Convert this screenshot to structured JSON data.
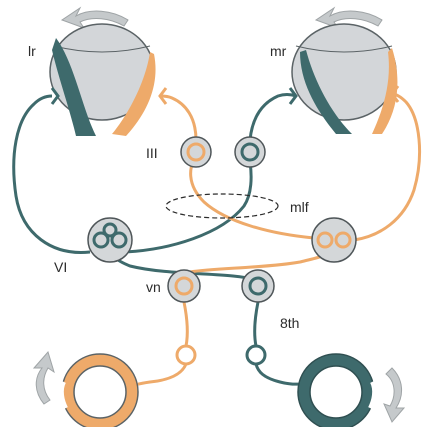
{
  "labels": {
    "lr": "lr",
    "mr": "mr",
    "iii": "III",
    "mlf": "mlf",
    "vi": "VI",
    "vn": "vn",
    "eighth": "8th"
  },
  "colors": {
    "teal": "#3e6a6c",
    "orange": "#eeaa6a",
    "eye_gray": "#d3d6d9",
    "nucleus_fill": "#d4d7d9",
    "arrow_gray": "#c5c9cb",
    "text": "#2b2b2b"
  },
  "icons": {
    "rotation_arrows": "curved-arrow-icon"
  }
}
